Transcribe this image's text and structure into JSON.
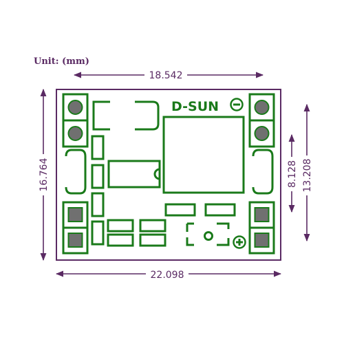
{
  "unit_label": "Unit: (mm)",
  "brand": {
    "text": "D-SUN",
    "minus_symbol": "−",
    "plus_symbol": "+"
  },
  "dimensions": {
    "top": "18.542",
    "bottom": "22.098",
    "left": "16.764",
    "right_inner": "8.128",
    "right_outer": "13.208"
  },
  "colors": {
    "dimension": "#5a2a63",
    "pcb_trace": "#1a7a1a",
    "pad_fill": "#707070",
    "background": "#ffffff"
  }
}
